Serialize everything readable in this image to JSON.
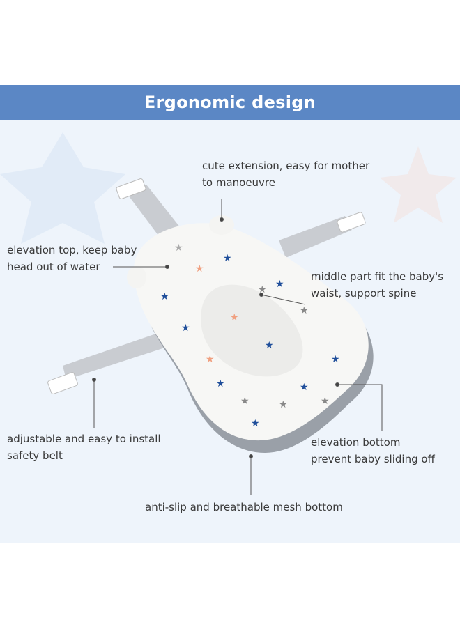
{
  "header": {
    "title": "Ergonomic design"
  },
  "colors": {
    "banner": "#5b87c5",
    "panel": "#eef4fb"
  },
  "callouts": [
    {
      "line1": "cute extension, easy for mother",
      "line2": "to manoeuvre"
    },
    {
      "line1": "elevation top, keep baby",
      "line2": "head out of water"
    },
    {
      "line1": "middle part fit the baby's",
      "line2": "waist, support spine"
    },
    {
      "line1": "adjustable and easy to install",
      "line2": "safety belt"
    },
    {
      "line1": "elevation bottom",
      "line2": "prevent baby sliding off"
    },
    {
      "line1": "anti-slip and breathable mesh bottom",
      "line2": ""
    }
  ]
}
